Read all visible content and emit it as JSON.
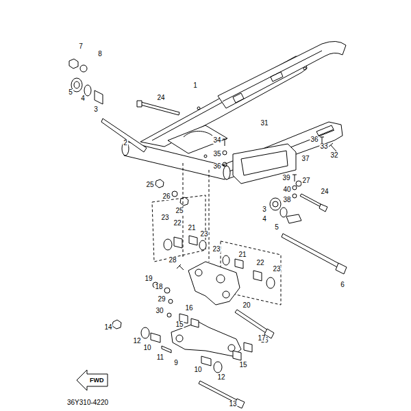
{
  "diagram": {
    "nodes": [
      {
        "text": [
          "FWD"
        ]
      }
    ],
    "labels": [
      "7",
      "8",
      "5",
      "4",
      "3",
      "2",
      "24",
      "1",
      "34",
      "35",
      "36",
      "31",
      "36",
      "33",
      "32",
      "39",
      "40",
      "38",
      "37",
      "27",
      "24",
      "3",
      "4",
      "5",
      "6",
      "25",
      "26",
      "25",
      "23",
      "22",
      "21",
      "23",
      "23",
      "21",
      "22",
      "23",
      "28",
      "19",
      "18",
      "29",
      "30",
      "20",
      "16",
      "16",
      "14",
      "12",
      "10",
      "11",
      "9",
      "10",
      "12",
      "15",
      "15",
      "17",
      "13",
      "36Y310-4220"
    ]
  }
}
